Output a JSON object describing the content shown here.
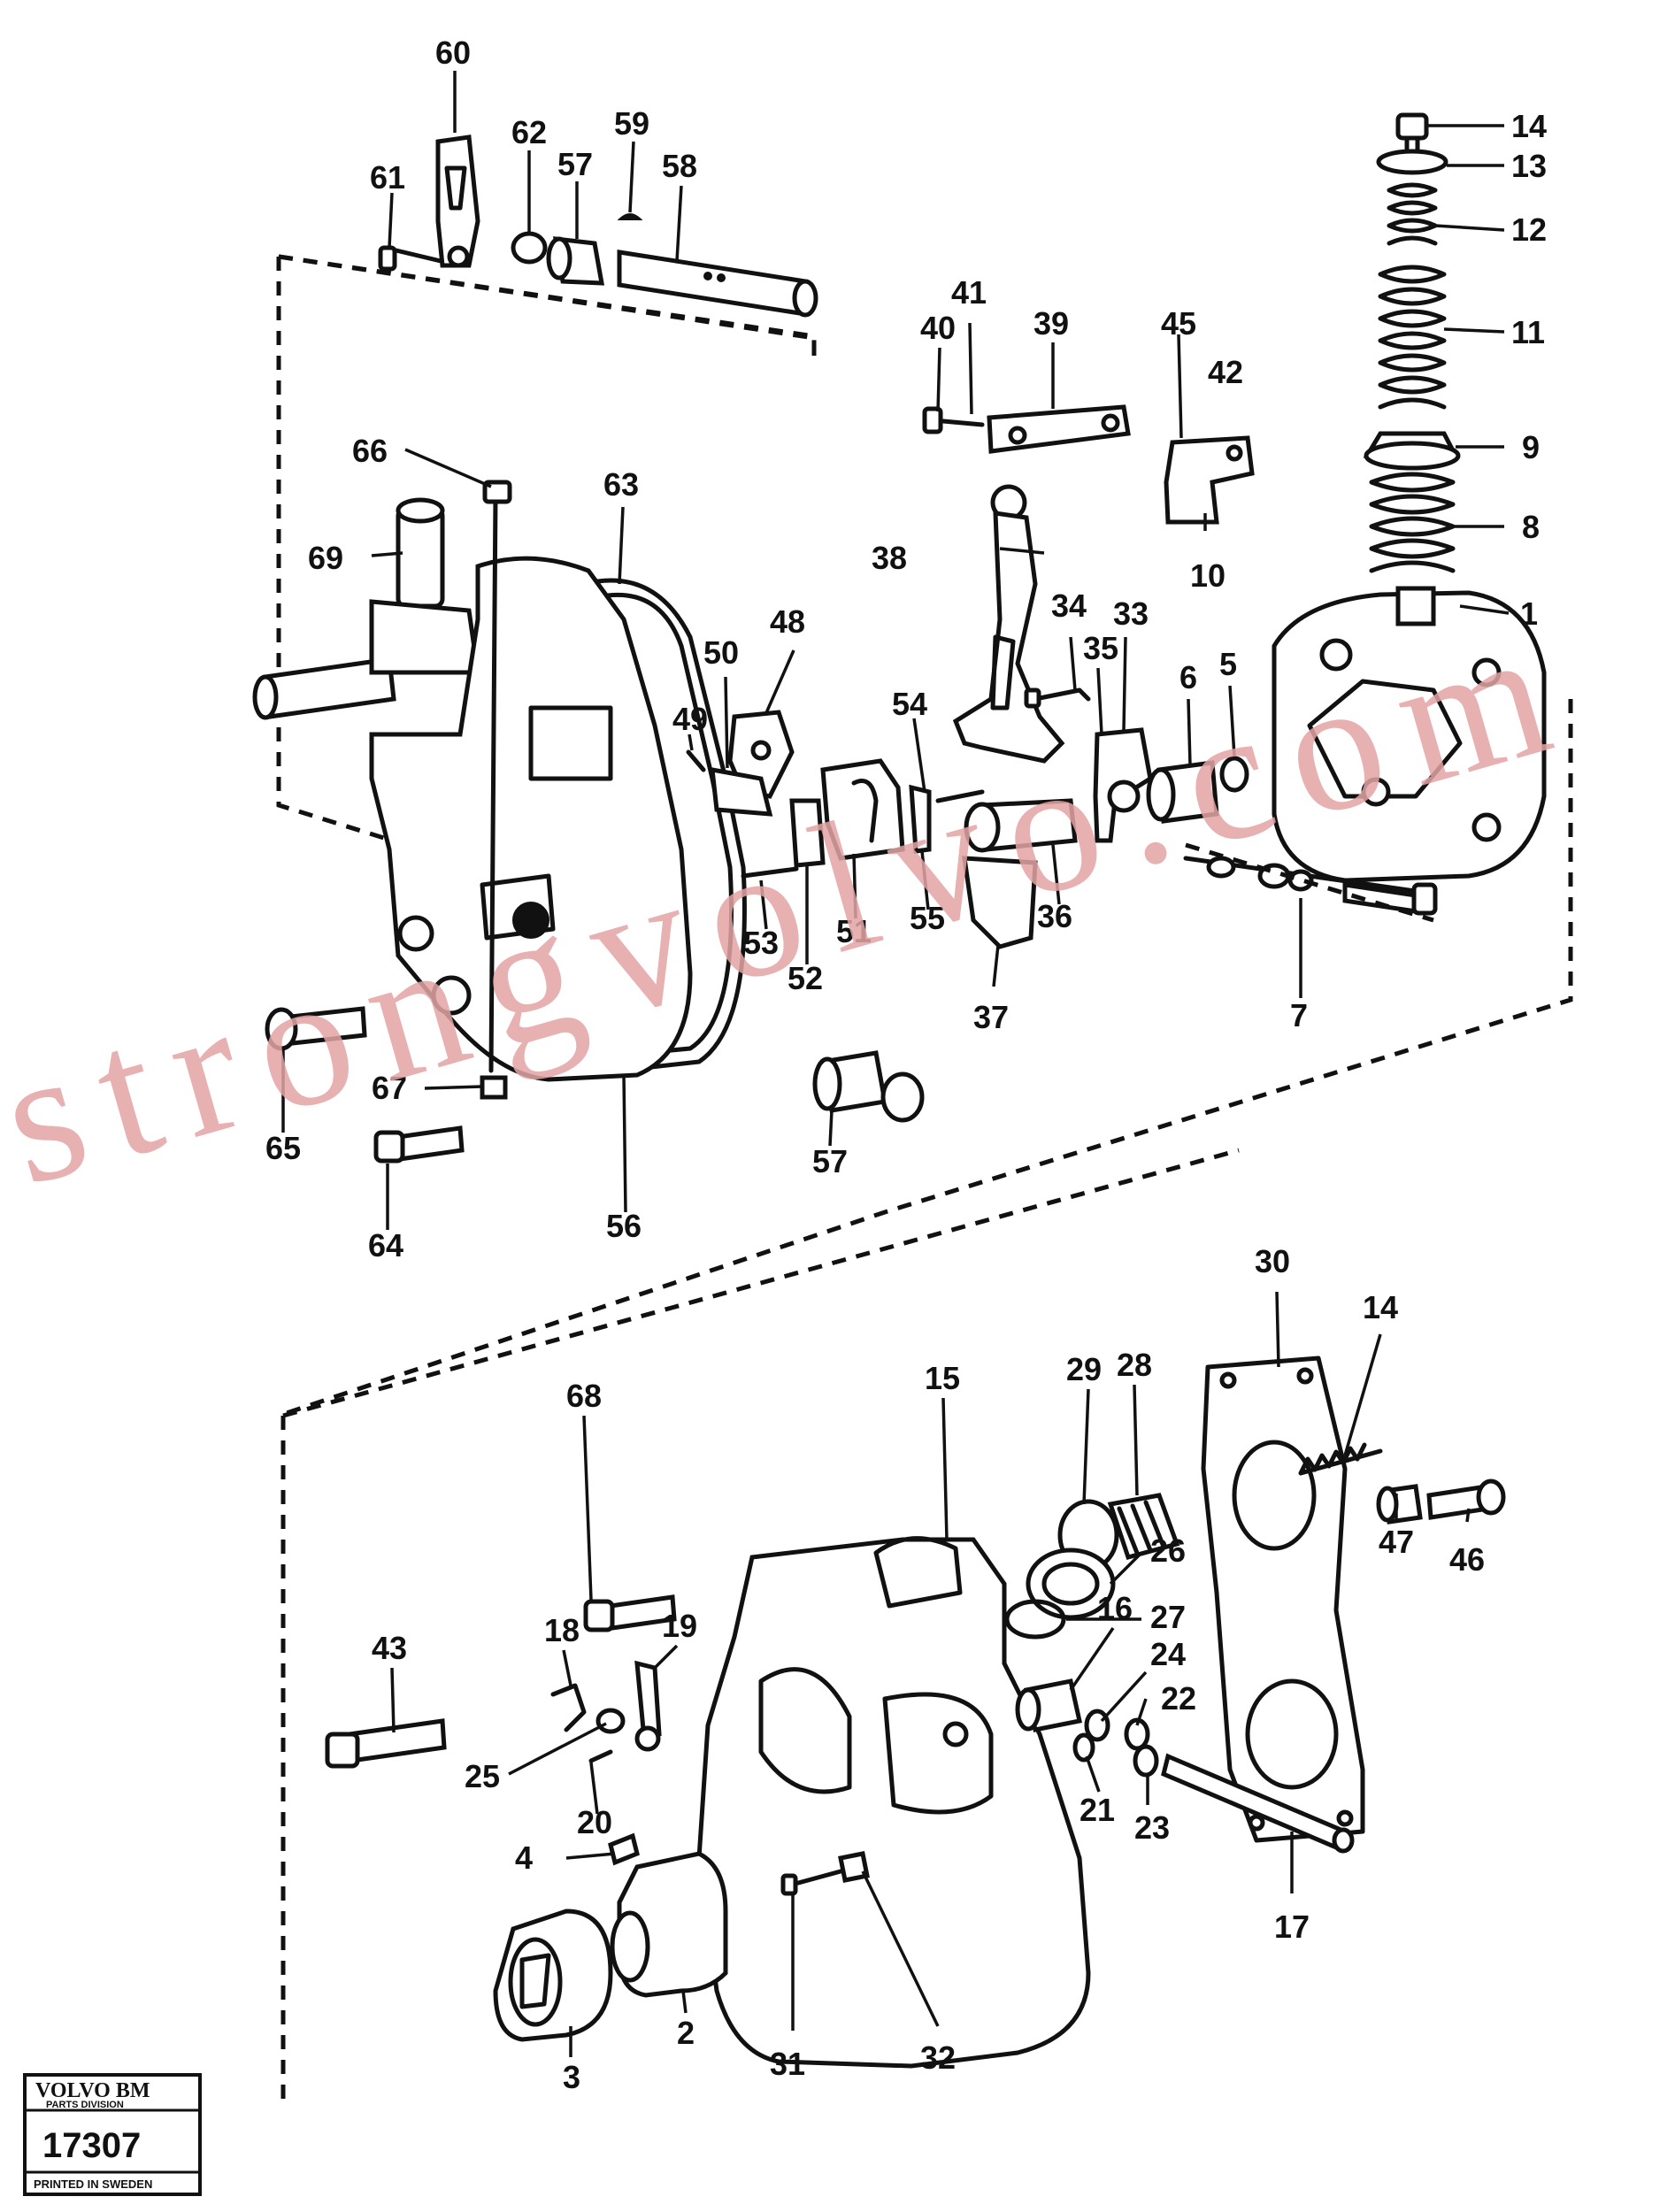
{
  "watermark": "strongvolvo.com",
  "stamp": {
    "brand": "VOLVO BM",
    "division": "PARTS DIVISION",
    "number": "17307",
    "printed": "PRINTED IN SWEDEN"
  },
  "callouts": [
    {
      "id": "c60",
      "text": "60"
    },
    {
      "id": "c61",
      "text": "61"
    },
    {
      "id": "c62",
      "text": "62"
    },
    {
      "id": "c57a",
      "text": "57"
    },
    {
      "id": "c59",
      "text": "59"
    },
    {
      "id": "c58",
      "text": "58"
    },
    {
      "id": "c14a",
      "text": "14"
    },
    {
      "id": "c13",
      "text": "13"
    },
    {
      "id": "c12",
      "text": "12"
    },
    {
      "id": "c11",
      "text": "11"
    },
    {
      "id": "c9",
      "text": "9"
    },
    {
      "id": "c8",
      "text": "8"
    },
    {
      "id": "c1",
      "text": "1"
    },
    {
      "id": "c41",
      "text": "41"
    },
    {
      "id": "c40",
      "text": "40"
    },
    {
      "id": "c39",
      "text": "39"
    },
    {
      "id": "c45",
      "text": "45"
    },
    {
      "id": "c42",
      "text": "42"
    },
    {
      "id": "c10",
      "text": "10"
    },
    {
      "id": "c38",
      "text": "38"
    },
    {
      "id": "c66",
      "text": "66"
    },
    {
      "id": "c63",
      "text": "63"
    },
    {
      "id": "c69",
      "text": "69"
    },
    {
      "id": "c48",
      "text": "48"
    },
    {
      "id": "c50",
      "text": "50"
    },
    {
      "id": "c49",
      "text": "49"
    },
    {
      "id": "c34",
      "text": "34"
    },
    {
      "id": "c33",
      "text": "33"
    },
    {
      "id": "c35",
      "text": "35"
    },
    {
      "id": "c6",
      "text": "6"
    },
    {
      "id": "c5",
      "text": "5"
    },
    {
      "id": "c54",
      "text": "54"
    },
    {
      "id": "c53",
      "text": "53"
    },
    {
      "id": "c51",
      "text": "51"
    },
    {
      "id": "c52",
      "text": "52"
    },
    {
      "id": "c55",
      "text": "55"
    },
    {
      "id": "c36",
      "text": "36"
    },
    {
      "id": "c37",
      "text": "37"
    },
    {
      "id": "c7",
      "text": "7"
    },
    {
      "id": "c67",
      "text": "67"
    },
    {
      "id": "c65",
      "text": "65"
    },
    {
      "id": "c64",
      "text": "64"
    },
    {
      "id": "c56",
      "text": "56"
    },
    {
      "id": "c57b",
      "text": "57"
    },
    {
      "id": "c30",
      "text": "30"
    },
    {
      "id": "c14b",
      "text": "14"
    },
    {
      "id": "c29",
      "text": "29"
    },
    {
      "id": "c28",
      "text": "28"
    },
    {
      "id": "c15",
      "text": "15"
    },
    {
      "id": "c68",
      "text": "68"
    },
    {
      "id": "c26",
      "text": "26"
    },
    {
      "id": "c27",
      "text": "27"
    },
    {
      "id": "c47",
      "text": "47"
    },
    {
      "id": "c46",
      "text": "46"
    },
    {
      "id": "c43",
      "text": "43"
    },
    {
      "id": "c18",
      "text": "18"
    },
    {
      "id": "c19",
      "text": "19"
    },
    {
      "id": "c16",
      "text": "16"
    },
    {
      "id": "c24",
      "text": "24"
    },
    {
      "id": "c22",
      "text": "22"
    },
    {
      "id": "c25",
      "text": "25"
    },
    {
      "id": "c20",
      "text": "20"
    },
    {
      "id": "c21",
      "text": "21"
    },
    {
      "id": "c23",
      "text": "23"
    },
    {
      "id": "c4",
      "text": "4"
    },
    {
      "id": "c17",
      "text": "17"
    },
    {
      "id": "c2",
      "text": "2"
    },
    {
      "id": "c3",
      "text": "3"
    },
    {
      "id": "c31",
      "text": "31"
    },
    {
      "id": "c32",
      "text": "32"
    }
  ]
}
